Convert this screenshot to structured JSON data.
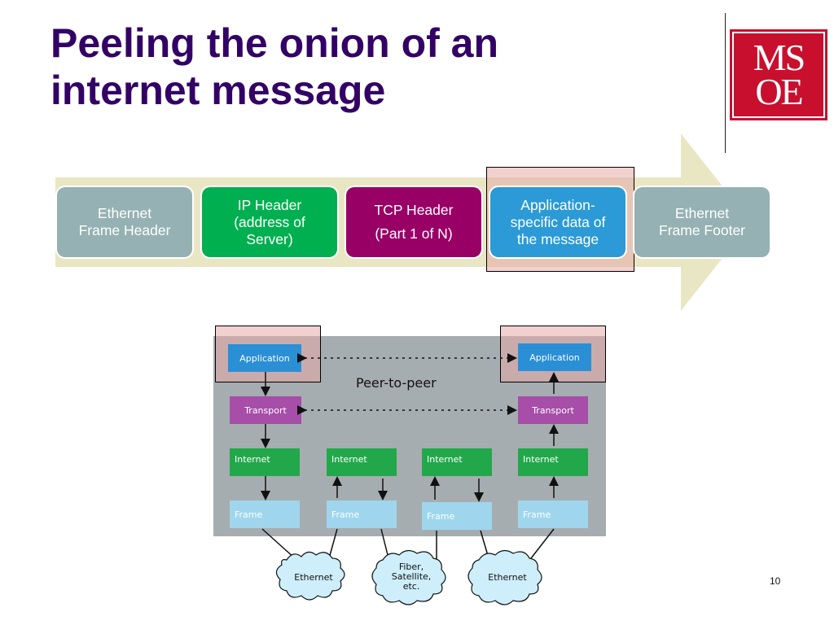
{
  "slide": {
    "title_line1": "Peeling the onion of an",
    "title_line2": "internet message",
    "logo": {
      "line1": "MS",
      "line2": "OE"
    },
    "page_number": "10"
  },
  "message_blocks": [
    {
      "line1": "Ethernet",
      "line2": "Frame Header",
      "color": "#95b1b3"
    },
    {
      "line1": "IP Header",
      "line2": "(address of",
      "line3": "Server)",
      "color": "#00b050"
    },
    {
      "line1": "TCP Header",
      "line2": "(Part 1 of N)",
      "color": "#990066"
    },
    {
      "line1": "Application-",
      "line2": "specific data of",
      "line3": "the message",
      "color": "#2b9ad6"
    },
    {
      "line1": "Ethernet",
      "line2": "Frame Footer",
      "color": "#95b1b3"
    }
  ],
  "diagram": {
    "caption": "Peer-to-peer",
    "left_stack": {
      "application": "Application",
      "transport": "Transport",
      "internet": "Internet",
      "frame": "Frame"
    },
    "router1": {
      "internet": "Internet",
      "frame": "Frame"
    },
    "router2": {
      "internet": "Internet",
      "frame": "Frame"
    },
    "right_stack": {
      "application": "Application",
      "transport": "Transport",
      "internet": "Internet",
      "frame": "Frame"
    },
    "clouds": {
      "left": "Ethernet",
      "middle_line1": "Fiber,",
      "middle_line2": "Satellite,",
      "middle_line3": "etc.",
      "right": "Ethernet"
    }
  },
  "colors": {
    "title": "#330066",
    "arrow": "#e9e6c4",
    "highlight": "#e6aaaa",
    "logo": "#c8102e"
  }
}
